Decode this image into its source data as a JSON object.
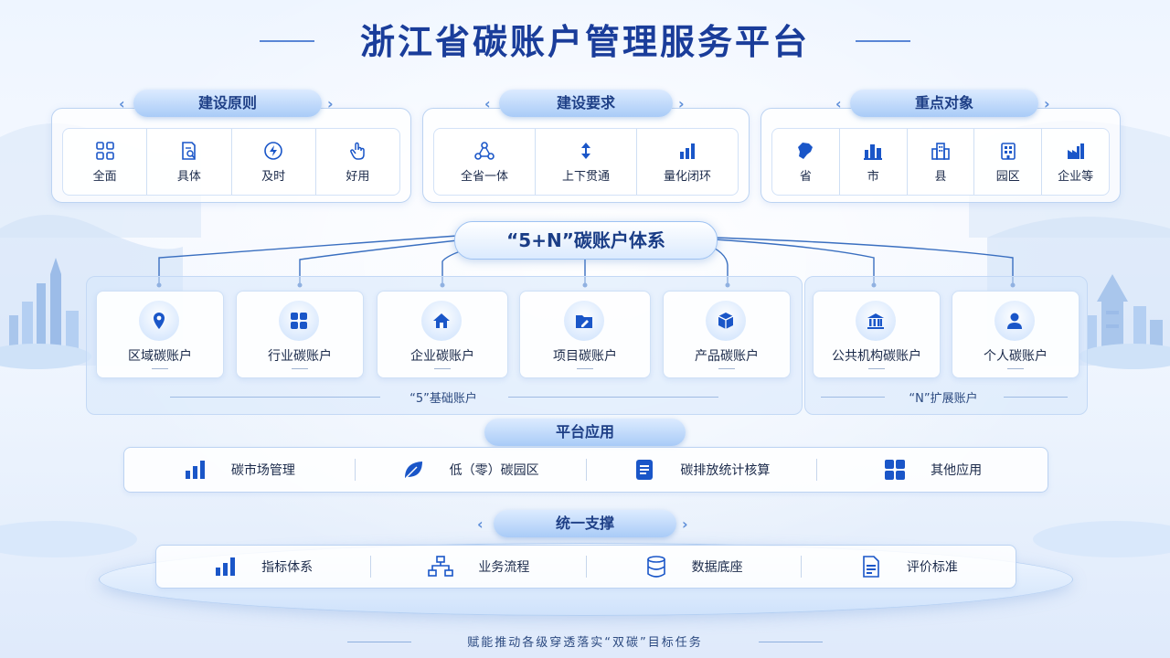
{
  "title": "浙江省碳账户管理服务平台",
  "colors": {
    "accent": "#1a56c8",
    "title": "#1a3d9a",
    "panel_border": "#bcd3f2"
  },
  "principles": {
    "header": "建设原则",
    "items": [
      {
        "label": "全面",
        "icon": "grid-icon"
      },
      {
        "label": "具体",
        "icon": "document-search-icon"
      },
      {
        "label": "及时",
        "icon": "lightning-icon"
      },
      {
        "label": "好用",
        "icon": "hand-pointer-icon"
      }
    ]
  },
  "requirements": {
    "header": "建设要求",
    "items": [
      {
        "label": "全省一体",
        "icon": "network-icon"
      },
      {
        "label": "上下贯通",
        "icon": "up-down-arrow-icon"
      },
      {
        "label": "量化闭环",
        "icon": "bar-chart-icon"
      }
    ]
  },
  "targets": {
    "header": "重点对象",
    "items": [
      {
        "label": "省",
        "icon": "province-map-icon"
      },
      {
        "label": "市",
        "icon": "city-buildings-icon"
      },
      {
        "label": "县",
        "icon": "county-building-icon"
      },
      {
        "label": "园区",
        "icon": "park-building-icon"
      },
      {
        "label": "企业等",
        "icon": "factory-chart-icon"
      }
    ]
  },
  "system": {
    "title": "“5+N”碳账户体系",
    "base_label": "“5”基础账户",
    "ext_label": "“N”扩展账户",
    "base_accounts": [
      {
        "label": "区域碳账户",
        "icon": "location-pin-icon"
      },
      {
        "label": "行业碳账户",
        "icon": "four-squares-icon"
      },
      {
        "label": "企业碳账户",
        "icon": "home-icon"
      },
      {
        "label": "项目碳账户",
        "icon": "folder-edit-icon"
      },
      {
        "label": "产品碳账户",
        "icon": "cube-icon"
      }
    ],
    "ext_accounts": [
      {
        "label": "公共机构碳账户",
        "icon": "institution-icon"
      },
      {
        "label": "个人碳账户",
        "icon": "person-icon"
      }
    ]
  },
  "platform": {
    "header": "平台应用",
    "items": [
      {
        "label": "碳市场管理",
        "icon": "bar-chart-icon"
      },
      {
        "label": "低（零）碳园区",
        "icon": "leaf-icon"
      },
      {
        "label": "碳排放统计核算",
        "icon": "document-list-icon"
      },
      {
        "label": "其他应用",
        "icon": "apps-icon"
      }
    ]
  },
  "support": {
    "header": "统一支撑",
    "items": [
      {
        "label": "指标体系",
        "icon": "bar-chart-icon"
      },
      {
        "label": "业务流程",
        "icon": "flowchart-icon"
      },
      {
        "label": "数据底座",
        "icon": "database-icon"
      },
      {
        "label": "评价标准",
        "icon": "document-check-icon"
      }
    ]
  },
  "footer": "赋能推动各级穿透落实“双碳”目标任务"
}
